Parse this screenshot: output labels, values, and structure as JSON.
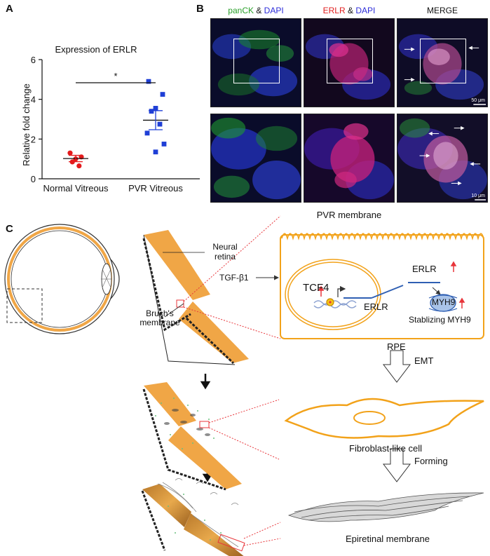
{
  "panels": {
    "a": "A",
    "b": "B",
    "c": "C"
  },
  "panel_a": {
    "chart_data": {
      "type": "scatter",
      "title": "Expression of ERLR",
      "ylabel": "Relative fold change",
      "xlabel": "",
      "categories": [
        "Normal Vitreous",
        "PVR Vitreous"
      ],
      "ylim": [
        0,
        6
      ],
      "yticks": [
        "0",
        "2",
        "4",
        "6"
      ],
      "significance": "*",
      "series": [
        {
          "values": [
            1.3,
            1.1,
            1.0,
            0.85,
            0.65
          ],
          "mean": 1.02,
          "sem": 0.16,
          "color": "#e41a1c",
          "marker": "circle"
        },
        {
          "values": [
            4.9,
            4.25,
            3.55,
            3.4,
            2.75,
            2.3,
            1.75,
            1.35
          ],
          "mean": 2.95,
          "sem": 0.48,
          "color": "#1f3fd6",
          "marker": "square"
        }
      ]
    }
  },
  "panel_b": {
    "columns": [
      {
        "parts": [
          {
            "text": "panCK",
            "color": "#2aa02a"
          },
          {
            "text": " & ",
            "color": "#111111"
          },
          {
            "text": "DAPI",
            "color": "#2b2bd9"
          }
        ]
      },
      {
        "parts": [
          {
            "text": "ERLR",
            "color": "#e01e1e"
          },
          {
            "text": " & ",
            "color": "#111111"
          },
          {
            "text": "DAPI",
            "color": "#2b2bd9"
          }
        ]
      },
      {
        "parts": [
          {
            "text": "MERGE",
            "color": "#111111"
          }
        ]
      }
    ],
    "scalebars": [
      "50 μm",
      "10 μm"
    ],
    "caption": "PVR membrane"
  },
  "panel_c": {
    "labels": {
      "neural_retina": "Neural retina",
      "bruchs": "Bruch's membrane",
      "tgf": "TGF-β1",
      "tcf4": "TCF4",
      "erlr_gene": "ERLR",
      "erlr_rna": "ERLR",
      "myh9": "MYH9",
      "stabilizing": "Stablizing MYH9",
      "rpe": "RPE",
      "emt": "EMT",
      "fibroblast": "Fibroblast-like cell",
      "forming": "Forming",
      "epiretinal": "Epiretinal membrane"
    },
    "colors": {
      "tissue": "#f0a646",
      "cell_outline": "#f2a21a",
      "red_arrow": "#e8353a",
      "gene_line": "#2f5fb3"
    }
  }
}
